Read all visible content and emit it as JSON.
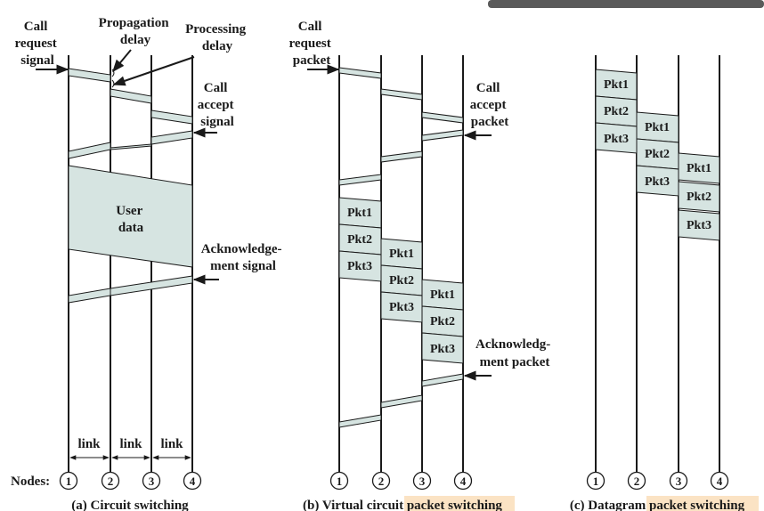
{
  "colors": {
    "band": "#d6e4e1",
    "line": "#1a1a1a",
    "highlight": "#fbe3c4"
  },
  "labels": {
    "call_request_signal": [
      "Call",
      "request",
      "signal"
    ],
    "propagation_delay": [
      "Propagation",
      "delay"
    ],
    "processing_delay": [
      "Processing",
      "delay"
    ],
    "call_accept_signal": [
      "Call",
      "accept",
      "signal"
    ],
    "user_data": [
      "User",
      "data"
    ],
    "acknowledgement_signal": [
      "Acknowledge-",
      "ment signal"
    ],
    "call_request_packet": [
      "Call",
      "request",
      "packet"
    ],
    "call_accept_packet": [
      "Call",
      "accept",
      "packet"
    ],
    "acknowledgement_packet": [
      "Acknowledg-",
      "ment packet"
    ],
    "link": "link",
    "nodes": "Nodes:",
    "node_numbers": [
      "1",
      "2",
      "3",
      "4"
    ],
    "packets": [
      "Pkt1",
      "Pkt2",
      "Pkt3"
    ]
  },
  "captions": {
    "a_prefix": "(a) Circuit switching",
    "b_prefix": "(b) Virtual circuit ",
    "b_highlight": "packet switching",
    "c_prefix": "(c) Datagram ",
    "c_highlight": "packet switching"
  }
}
